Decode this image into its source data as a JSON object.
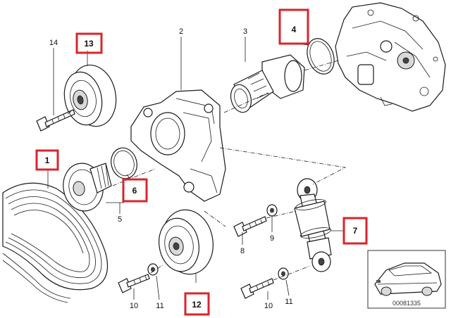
{
  "diagram": {
    "callouts": [
      {
        "id": "1",
        "label": "1",
        "highlighted": true
      },
      {
        "id": "2",
        "label": "2",
        "highlighted": false
      },
      {
        "id": "3",
        "label": "3",
        "highlighted": false
      },
      {
        "id": "4",
        "label": "4",
        "highlighted": true
      },
      {
        "id": "5",
        "label": "5",
        "highlighted": false
      },
      {
        "id": "6",
        "label": "6",
        "highlighted": true
      },
      {
        "id": "7",
        "label": "7",
        "highlighted": true
      },
      {
        "id": "8",
        "label": "8",
        "highlighted": false
      },
      {
        "id": "9",
        "label": "9",
        "highlighted": false
      },
      {
        "id": "10a",
        "label": "10",
        "highlighted": false
      },
      {
        "id": "10b",
        "label": "10",
        "highlighted": false
      },
      {
        "id": "11a",
        "label": "11",
        "highlighted": false
      },
      {
        "id": "11b",
        "label": "11",
        "highlighted": false
      },
      {
        "id": "12",
        "label": "12",
        "highlighted": true
      },
      {
        "id": "13",
        "label": "13",
        "highlighted": true
      },
      {
        "id": "14",
        "label": "14",
        "highlighted": false
      }
    ],
    "reference_number": "00081335",
    "highlight_color": "#d9252b"
  }
}
